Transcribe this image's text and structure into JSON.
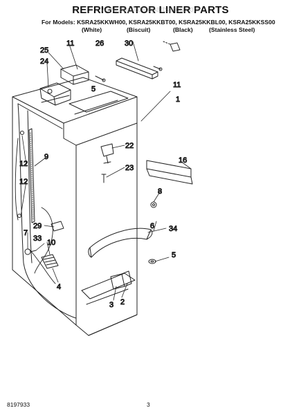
{
  "title": "REFRIGERATOR LINER PARTS",
  "watermark": "www.appliancepartspros.com",
  "models_line": "For Models: KSRA25KKWH00, KSRA25KKBT00, KSRA25KKBL00, KSRA25KKSS00",
  "variants": [
    "(White)",
    "(Biscuit)",
    "(Black)",
    "(Stainless Steel)"
  ],
  "callouts": [
    "30",
    "26",
    "11",
    "25",
    "24",
    "5",
    "11",
    "1",
    "22",
    "16",
    "9",
    "12",
    "23",
    "12",
    "8",
    "29",
    "7",
    "6",
    "34",
    "33",
    "10",
    "5",
    "4",
    "3",
    "2"
  ],
  "footer": {
    "doc_number": "8197933",
    "page_number": "3"
  }
}
